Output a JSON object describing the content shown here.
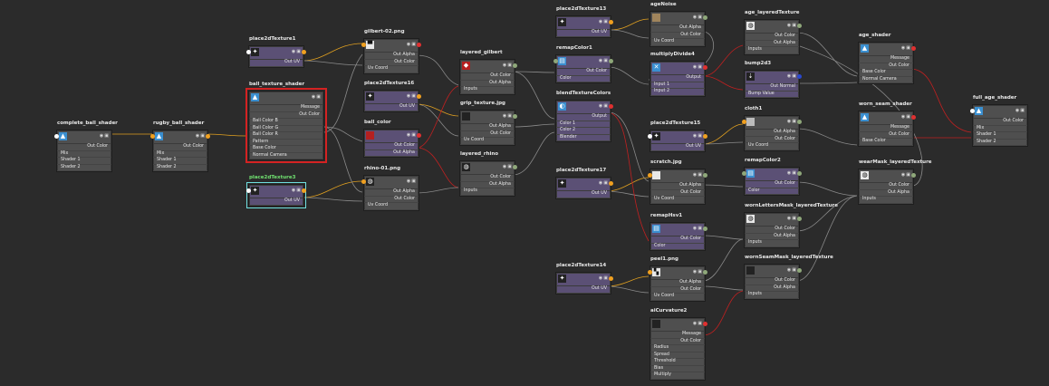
{
  "colors": {
    "background": "#2b2b2b",
    "node": "#4f4f4f",
    "utility_node": "#5b5075",
    "selected_red": "#d42222",
    "selected_cyan": "#6fe0e0",
    "port_orange": "#f0a020",
    "port_red": "#e03030",
    "port_green": "#8fa87a",
    "port_blue": "#2a48d0",
    "wire_yellow": "#e0a020",
    "wire_gray": "#8a8a8a",
    "wire_red": "#c02020"
  },
  "nodes": {
    "complete_ball_shader": {
      "title": "complete_ball_shader",
      "rows": [
        "Out Color",
        "Mix",
        "Shader 1",
        "Shader 2"
      ]
    },
    "rugby_ball_shader": {
      "title": "rugby_ball_shader",
      "rows": [
        "Out Color",
        "Mix",
        "Shader 1",
        "Shader 2"
      ]
    },
    "place2dTexture1": {
      "title": "place2dTexture1",
      "rows": [
        "Out UV"
      ]
    },
    "ball_texture_shader": {
      "title": "ball_texture_shader",
      "rows": [
        "Message",
        "Out Color",
        "Ball Color B",
        "Ball Color G",
        "Ball Color R",
        "Pattern",
        "Base Color",
        "Normal Camera"
      ]
    },
    "place2dTexture3": {
      "title": "place2dTexture3",
      "rows": [
        "Out UV"
      ]
    },
    "gilbert_02_png": {
      "title": "gilbert-02.png",
      "rows": [
        "Out Alpha",
        "Out Color",
        "Uv Coord"
      ]
    },
    "place2dTexture16": {
      "title": "place2dTexture16",
      "rows": [
        "Out UV"
      ]
    },
    "ball_color": {
      "title": "ball_color",
      "rows": [
        "Out Color",
        "Out Alpha"
      ]
    },
    "rhino_01_png": {
      "title": "rhino-01.png",
      "rows": [
        "Out Alpha",
        "Out Color",
        "Uv Coord"
      ]
    },
    "layered_gilbert": {
      "title": "layered_gilbert",
      "rows": [
        "Out Color",
        "Out Alpha",
        "Inputs"
      ]
    },
    "grip_texture_jpg": {
      "title": "grip_texture.jpg",
      "rows": [
        "Out Alpha",
        "Out Color",
        "Uv Coord"
      ]
    },
    "layered_rhino": {
      "title": "layered_rhino",
      "rows": [
        "Out Color",
        "Out Alpha",
        "Inputs"
      ]
    },
    "place2dTexture13": {
      "title": "place2dTexture13",
      "rows": [
        "Out UV"
      ]
    },
    "remapColor1": {
      "title": "remapColor1",
      "rows": [
        "Out Color",
        "Color"
      ]
    },
    "blendTextureColors": {
      "title": "blendTextureColors",
      "rows": [
        "Output",
        "Color 1",
        "Color 2",
        "Blender"
      ]
    },
    "place2dTexture17": {
      "title": "place2dTexture17",
      "rows": [
        "Out UV"
      ]
    },
    "place2dTexture14": {
      "title": "place2dTexture14",
      "rows": [
        "Out UV"
      ]
    },
    "ageNoise": {
      "title": "ageNoise",
      "rows": [
        "Out Alpha",
        "Out Color",
        "Uv Coord"
      ]
    },
    "multiplyDivide4": {
      "title": "multiplyDivide4",
      "rows": [
        "Output",
        "Input 1",
        "Input 2"
      ]
    },
    "place2dTexture15": {
      "title": "place2dTexture15",
      "rows": [
        "Out UV"
      ]
    },
    "scratch_jpg": {
      "title": "scratch.jpg",
      "rows": [
        "Out Alpha",
        "Out Color",
        "Uv Coord"
      ]
    },
    "remapHsv1": {
      "title": "remapHsv1",
      "rows": [
        "Out Color",
        "Color"
      ]
    },
    "peel1_png": {
      "title": "peel1.png",
      "rows": [
        "Out Alpha",
        "Out Color",
        "Uv Coord"
      ]
    },
    "aiCurvature2": {
      "title": "aiCurvature2",
      "rows": [
        "Message",
        "Out Color",
        "Radius",
        "Spread",
        "Threshold",
        "Bias",
        "Multiply"
      ]
    },
    "age_layeredTexture": {
      "title": "age_layeredTexture",
      "rows": [
        "Out Color",
        "Out Alpha",
        "Inputs"
      ]
    },
    "bump2d3": {
      "title": "bump2d3",
      "rows": [
        "Out Normal",
        "Bump Value"
      ]
    },
    "cloth1": {
      "title": "cloth1",
      "rows": [
        "Out Alpha",
        "Out Color",
        "Uv Coord"
      ]
    },
    "remapColor2": {
      "title": "remapColor2",
      "rows": [
        "Out Color",
        "Color"
      ]
    },
    "wornLettersMask_layeredTexture": {
      "title": "wornLettersMask_layeredTexture",
      "rows": [
        "Out Color",
        "Out Alpha",
        "Inputs"
      ]
    },
    "wornSeamMask_layeredTexture": {
      "title": "wornSeamMask_layeredTexture",
      "rows": [
        "Out Color",
        "Out Alpha",
        "Inputs"
      ]
    },
    "age_shader": {
      "title": "age_shader",
      "rows": [
        "Message",
        "Out Color",
        "Base Color",
        "Normal Camera"
      ]
    },
    "worn_seam_shader": {
      "title": "worn_seam_shader",
      "rows": [
        "Message",
        "Out Color",
        "Base Color"
      ]
    },
    "wearMask_layeredTexture": {
      "title": "wearMask_layeredTexture",
      "rows": [
        "Out Color",
        "Out Alpha",
        "Inputs"
      ]
    },
    "full_age_shader": {
      "title": "full_age_shader",
      "rows": [
        "Out Color",
        "Mix",
        "Shader 1",
        "Shader 2"
      ]
    }
  }
}
